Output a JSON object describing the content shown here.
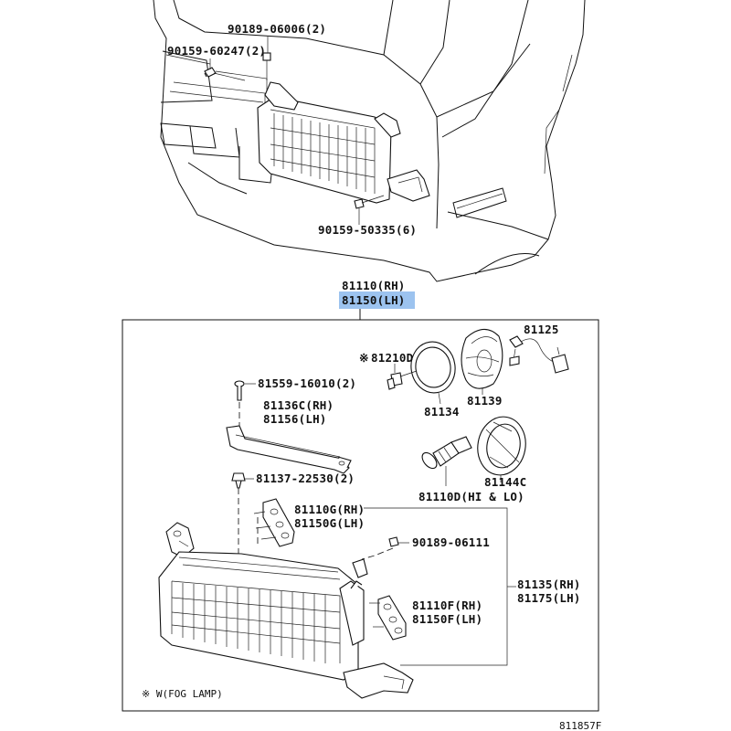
{
  "callouts": {
    "bolt_top_a": "90189-06006(2)",
    "bolt_top_b": "90159-60247(2)",
    "bolt_bottom": "90159-50335(6)",
    "assy_rh": "81110(RH)",
    "assy_lh": "81150(LH)",
    "screw_1": "81559-16010(2)",
    "bracket_rh": "81136C(RH)",
    "bracket_lh": "81156(LH)",
    "clip": "81137-22530(2)",
    "adjuster_rh": "81110G(RH)",
    "adjuster_lh": "81150G(LH)",
    "nut": "90189-06111",
    "bulb_socket": "81210D",
    "note_mark": "※",
    "socket_wire": "81125",
    "gasket": "81134",
    "cover": "81139",
    "retainer": "81144C",
    "bulb": "81110D(HI & LO)",
    "housing_rh": "81135(RH)",
    "housing_lh": "81175(LH)",
    "sub_adj_rh": "81110F(RH)",
    "sub_adj_lh": "81150F(LH)"
  },
  "footnote": "※ W(FOG LAMP)",
  "figure_id": "811857F",
  "colors": {
    "highlight": "#9cc3ef",
    "ink": "#111111"
  }
}
